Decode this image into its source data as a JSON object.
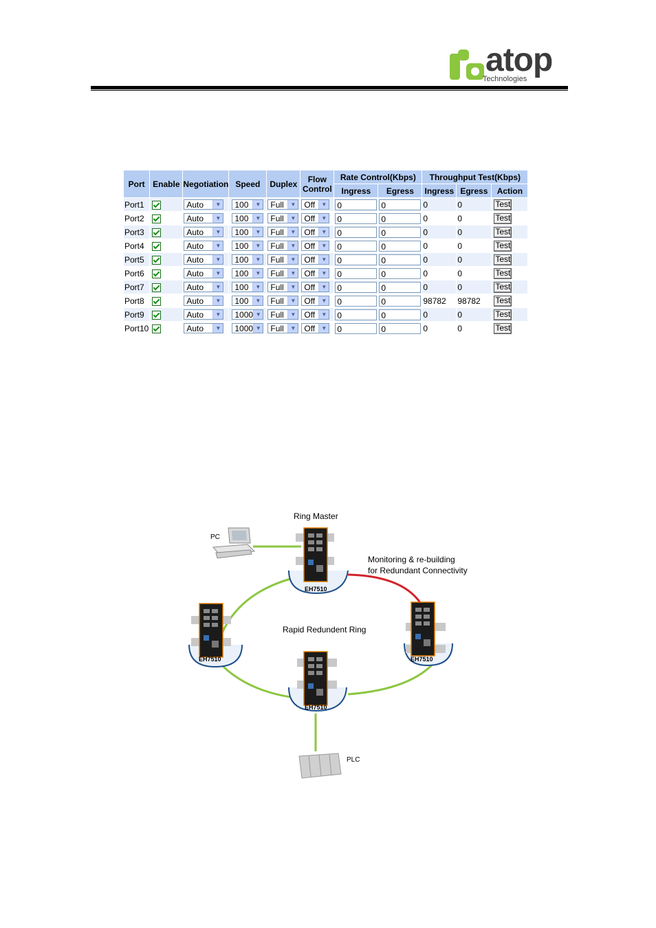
{
  "header": {
    "logo_word": "atop",
    "logo_sub": "Technologies"
  },
  "port_table": {
    "headers": {
      "port": "Port",
      "enable": "Enable",
      "negotiation": "Negotiation",
      "speed": "Speed",
      "duplex": "Duplex",
      "flow_control": "Flow Control",
      "rate_control": "Rate Control(Kbps)",
      "throughput_test": "Throughput Test(Kbps)",
      "ingress": "Ingress",
      "egress": "Egress",
      "ingress2": "Ingress",
      "egress2": "Egress",
      "action": "Action"
    },
    "rows": [
      {
        "port": "Port1",
        "negotiation": "Auto",
        "speed": "100",
        "duplex": "Full",
        "flow": "Off",
        "rate_in": "0",
        "rate_eg": "0",
        "tp_in": "0",
        "tp_eg": "0",
        "action": "Test"
      },
      {
        "port": "Port2",
        "negotiation": "Auto",
        "speed": "100",
        "duplex": "Full",
        "flow": "Off",
        "rate_in": "0",
        "rate_eg": "0",
        "tp_in": "0",
        "tp_eg": "0",
        "action": "Test"
      },
      {
        "port": "Port3",
        "negotiation": "Auto",
        "speed": "100",
        "duplex": "Full",
        "flow": "Off",
        "rate_in": "0",
        "rate_eg": "0",
        "tp_in": "0",
        "tp_eg": "0",
        "action": "Test"
      },
      {
        "port": "Port4",
        "negotiation": "Auto",
        "speed": "100",
        "duplex": "Full",
        "flow": "Off",
        "rate_in": "0",
        "rate_eg": "0",
        "tp_in": "0",
        "tp_eg": "0",
        "action": "Test"
      },
      {
        "port": "Port5",
        "negotiation": "Auto",
        "speed": "100",
        "duplex": "Full",
        "flow": "Off",
        "rate_in": "0",
        "rate_eg": "0",
        "tp_in": "0",
        "tp_eg": "0",
        "action": "Test"
      },
      {
        "port": "Port6",
        "negotiation": "Auto",
        "speed": "100",
        "duplex": "Full",
        "flow": "Off",
        "rate_in": "0",
        "rate_eg": "0",
        "tp_in": "0",
        "tp_eg": "0",
        "action": "Test"
      },
      {
        "port": "Port7",
        "negotiation": "Auto",
        "speed": "100",
        "duplex": "Full",
        "flow": "Off",
        "rate_in": "0",
        "rate_eg": "0",
        "tp_in": "0",
        "tp_eg": "0",
        "action": "Test"
      },
      {
        "port": "Port8",
        "negotiation": "Auto",
        "speed": "100",
        "duplex": "Full",
        "flow": "Off",
        "rate_in": "0",
        "rate_eg": "0",
        "tp_in": "98782",
        "tp_eg": "98782",
        "action": "Test"
      },
      {
        "port": "Port9",
        "negotiation": "Auto",
        "speed": "1000",
        "duplex": "Full",
        "flow": "Off",
        "rate_in": "0",
        "rate_eg": "0",
        "tp_in": "0",
        "tp_eg": "0",
        "action": "Test"
      },
      {
        "port": "Port10",
        "negotiation": "Auto",
        "speed": "1000",
        "duplex": "Full",
        "flow": "Off",
        "rate_in": "0",
        "rate_eg": "0",
        "tp_in": "0",
        "tp_eg": "0",
        "action": "Test"
      }
    ]
  },
  "diagram": {
    "ring_master": "Ring Master",
    "pc": "PC",
    "monitoring_line1": "Monitoring & re-building",
    "monitoring_line2": "for Redundant Connectivity",
    "ring_label": "Rapid Redundent Ring",
    "device": "EH7510",
    "plc": "PLC",
    "colors": {
      "green_link": "#8cc63f",
      "red_link": "#d2232a",
      "switch_body": "#1b1b1b",
      "switch_accent": "#e07b00",
      "base": "#1e4f8a"
    }
  }
}
